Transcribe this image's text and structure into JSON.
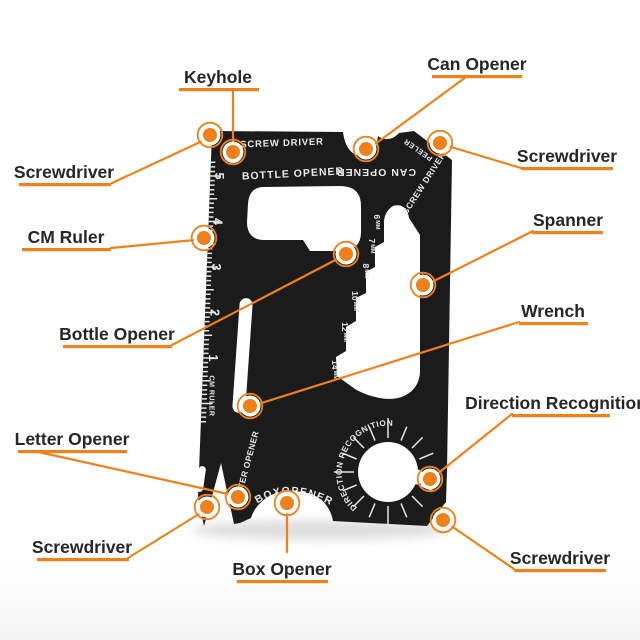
{
  "accent_color": "#f08019",
  "label_color": "#262626",
  "card_color": "#1b1b1b",
  "callouts": {
    "keyhole": "Keyhole",
    "can_opener": "Can Opener",
    "screwdriver_top_left": "Screwdriver",
    "screwdriver_top_right": "Screwdriver",
    "cm_ruler": "CM Ruler",
    "spanner": "Spanner",
    "bottle_opener": "Bottle Opener",
    "wrench": "Wrench",
    "letter_opener": "Letter Opener",
    "direction_recognition": "Direction Recognition",
    "screwdriver_bottom_left": "Screwdriver",
    "screwdriver_bottom_right": "Screwdriver",
    "box_opener": "Box Opener"
  },
  "card": {
    "printed": {
      "screw_driver_top": "SCREW DRIVER",
      "bottle_opener": "BOTTLE OPENER",
      "can_opener": "CAN OPENER",
      "peeler": "PEELER",
      "screw_driver_right": "SCREW DRIVER",
      "cm_ruler": "CM RULER",
      "letter_opener": "LETTER OPENER",
      "box_opener": "BOXOPENER",
      "direction_recognition": "DIRECTION RECOGNITION"
    },
    "ruler": {
      "numbers": [
        "5",
        "4",
        "3",
        "2",
        "1"
      ]
    },
    "wrench_unit": "MM",
    "wrench_sizes": [
      "6",
      "7",
      "8",
      "10",
      "12",
      "14"
    ]
  }
}
